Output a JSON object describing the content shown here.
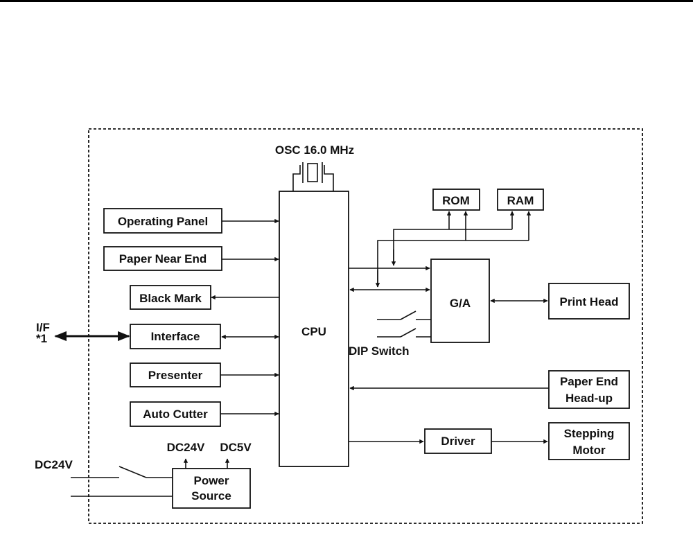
{
  "diagram": {
    "oscillator": "OSC 16.0 MHz",
    "cpu": "CPU",
    "left_blocks": {
      "operating_panel": "Operating Panel",
      "paper_near_end": "Paper Near End",
      "black_mark": "Black Mark",
      "interface": "Interface",
      "presenter": "Presenter",
      "auto_cutter": "Auto Cutter"
    },
    "external_interface": {
      "line1": "I/F",
      "line2": "*1"
    },
    "power": {
      "input_label": "DC24V",
      "output_24v": "DC24V",
      "output_5v": "DC5V",
      "box_line1": "Power",
      "box_line2": "Source"
    },
    "memory": {
      "rom": "ROM",
      "ram": "RAM"
    },
    "gate_array": "G/A",
    "dip_switch": "DIP Switch",
    "right_blocks": {
      "print_head": "Print Head",
      "paper_end_line1": "Paper End",
      "paper_end_line2": "Head-up",
      "driver": "Driver",
      "stepping_motor_line1": "Stepping",
      "stepping_motor_line2": "Motor"
    }
  }
}
